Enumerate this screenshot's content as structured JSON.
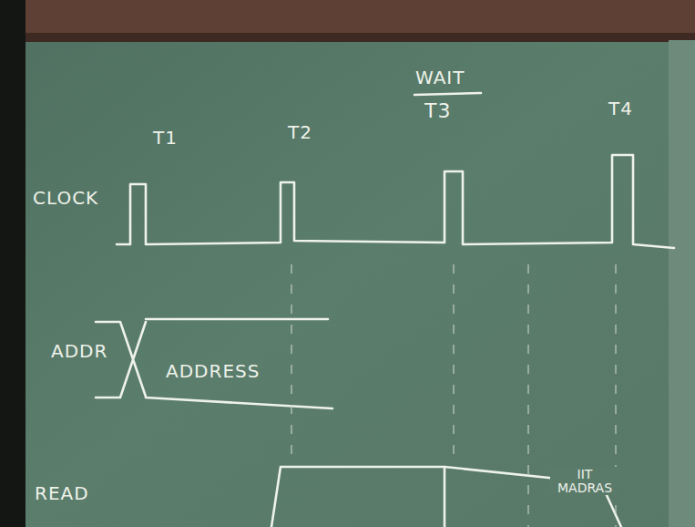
{
  "diagram": {
    "labels": [
      "T1",
      "T2",
      "WAIT",
      "T3",
      "T4",
      "CLOCK",
      "ADDR",
      "ADDRESS",
      "READ",
      "IIT MADRAS"
    ]
  }
}
